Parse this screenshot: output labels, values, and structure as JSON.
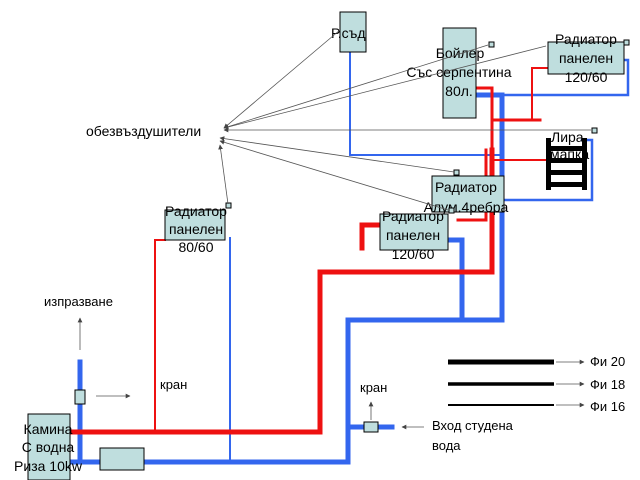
{
  "labels": {
    "expansion_vessel": "Р.съд",
    "boiler_line1": "Бойлер",
    "boiler_line2": "Със серпентина",
    "boiler_line3": "80л.",
    "radiator_top_line1": "Радиатор",
    "radiator_top_line2": "панелен",
    "radiator_top_line3": "120/60",
    "air_vents": "обезвъздушители",
    "towel_line1": "Лира",
    "towel_line2": "мапка",
    "radiator_alu_line1": "Радиатор",
    "radiator_alu_line2": "Алум.4ребра",
    "radiator_left_line1": "Радиатор",
    "radiator_left_line2": "панелен",
    "radiator_left_line3": "80/60",
    "radiator_mid_line1": "Радиатор",
    "radiator_mid_line2": "панелен",
    "radiator_mid_line3": "120/60",
    "drain": "изпразване",
    "valve_left": "кран",
    "valve_right": "кран",
    "stove_line1": "Камина",
    "stove_line2": "С водна",
    "stove_line3": "Риза 10kw",
    "cold_inlet_line1": "Вход студена",
    "cold_inlet_line2": "вода"
  },
  "legend": [
    {
      "label": "Фи 20"
    },
    {
      "label": "Фи 18"
    },
    {
      "label": "Фи 16"
    }
  ],
  "colors": {
    "hot_pipe": "#ee1111",
    "cold_pipe": "#3366ee",
    "component_fill": "#bfdede"
  }
}
